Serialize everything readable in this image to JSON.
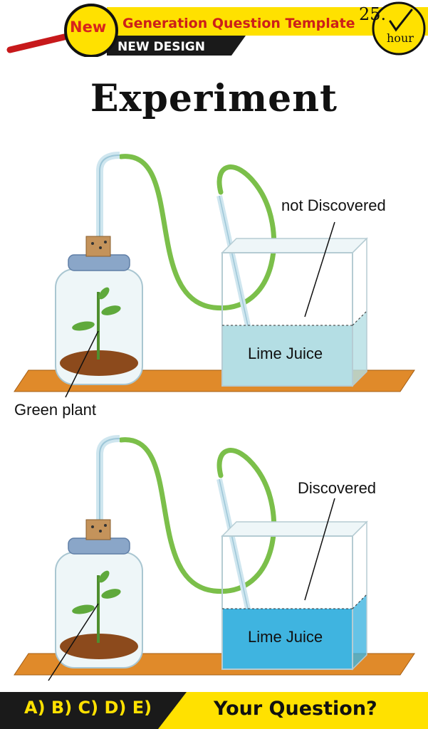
{
  "header": {
    "badge": "New",
    "title": "Generation Question Template",
    "subtitle": "NEW DESIGN",
    "hour_value": "25.",
    "hour_label": "hour"
  },
  "page_title": "Experiment",
  "panels": [
    {
      "callout": "not Discovered",
      "liquid_label": "Lime Juice",
      "plant_label": "Green plant",
      "liquid_color": "#b4dee4"
    },
    {
      "callout": "Discovered",
      "liquid_label": "Lime Juice",
      "plant_label": "",
      "liquid_color": "#3fb4e0"
    }
  ],
  "footer": {
    "options": "A) B) C) D) E)",
    "prompt": "Your Question?"
  },
  "colors": {
    "accent_yellow": "#ffe100",
    "badge_red": "#d8241c",
    "tube_green": "#7bbf4a",
    "shelf_orange": "#e08a2a"
  }
}
